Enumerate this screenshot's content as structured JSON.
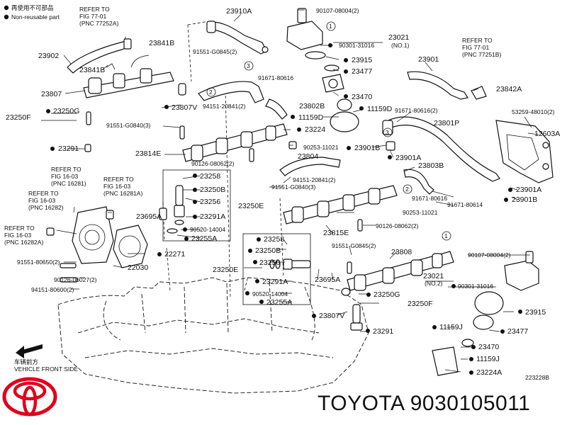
{
  "legend": {
    "item_new": "再使用不可部品",
    "item_non_reusable": "Non-reusable part"
  },
  "front_note": {
    "cn": "车辆前方",
    "en": "VEHICLE FRONT SIDE"
  },
  "figure_id": "223228B",
  "brand": {
    "text": "TOYOTA 9030105011",
    "logo_color": "#e0001b"
  },
  "refs": [
    {
      "key": "r1",
      "lines": [
        "REFER TO",
        "FIG 77-01",
        "(PNC 77252A)"
      ]
    },
    {
      "key": "r2",
      "lines": [
        "REFER TO",
        "FIG 77-01",
        "(PNC 77251B)"
      ]
    },
    {
      "key": "r3",
      "lines": [
        "REFER TO",
        "FIG 16-03",
        "(PNC 16281)"
      ]
    },
    {
      "key": "r4",
      "lines": [
        "REFER TO",
        "FIG 16-03",
        "(PNC 16281A)"
      ]
    },
    {
      "key": "r5",
      "lines": [
        "REFER TO",
        "FIG 16-03",
        "(PNC 16282)"
      ]
    },
    {
      "key": "r6",
      "lines": [
        "REFER TO",
        "FIG 16-03",
        "(PNC 16282A)"
      ]
    }
  ],
  "labels": [
    {
      "key": "l1",
      "text": "23910A"
    },
    {
      "key": "l2",
      "text": "90107-08004(2)"
    },
    {
      "key": "l3",
      "text": "23021"
    },
    {
      "key": "l4",
      "text": "90301-31016"
    },
    {
      "key": "l5",
      "text": "(NO.1)"
    },
    {
      "key": "l6",
      "text": "23915"
    },
    {
      "key": "l7",
      "text": "23477"
    },
    {
      "key": "l8",
      "text": "23470"
    },
    {
      "key": "l9",
      "text": "11159D"
    },
    {
      "key": "l10",
      "text": "11159D"
    },
    {
      "key": "l11",
      "text": "23902"
    },
    {
      "key": "l12",
      "text": "23841B"
    },
    {
      "key": "l13",
      "text": "91551-G0845(2)"
    },
    {
      "key": "l14",
      "text": "23841B"
    },
    {
      "key": "l15",
      "text": "23807"
    },
    {
      "key": "l16",
      "text": "91671-80616"
    },
    {
      "key": "l17",
      "text": "23802B"
    },
    {
      "key": "l18",
      "text": "94151-20841(2)"
    },
    {
      "key": "l19",
      "text": "23807V"
    },
    {
      "key": "l20",
      "text": "23250F"
    },
    {
      "key": "l21",
      "text": "23250G"
    },
    {
      "key": "l22",
      "text": "91551-G0840(3)"
    },
    {
      "key": "l23",
      "text": "23291"
    },
    {
      "key": "l24",
      "text": "23814E"
    },
    {
      "key": "l25",
      "text": "23224"
    },
    {
      "key": "l26",
      "text": "90253-11021"
    },
    {
      "key": "l27",
      "text": "23804"
    },
    {
      "key": "l28",
      "text": "90126-08062(2)"
    },
    {
      "key": "l29",
      "text": "23901"
    },
    {
      "key": "l30",
      "text": "23842A"
    },
    {
      "key": "l31",
      "text": "91671-80616(2)"
    },
    {
      "key": "l32",
      "text": "53259-48010(2)"
    },
    {
      "key": "l33",
      "text": "23801P"
    },
    {
      "key": "l34",
      "text": "12603A"
    },
    {
      "key": "l35",
      "text": "23901B"
    },
    {
      "key": "l36",
      "text": "23901A"
    },
    {
      "key": "l37",
      "text": "23803B"
    },
    {
      "key": "l38",
      "text": "23258"
    },
    {
      "key": "l39",
      "text": "23250B"
    },
    {
      "key": "l40",
      "text": "23256"
    },
    {
      "key": "l41",
      "text": "23250E"
    },
    {
      "key": "l42",
      "text": "23695A"
    },
    {
      "key": "l43",
      "text": "23291A"
    },
    {
      "key": "l44",
      "text": "90520-14004"
    },
    {
      "key": "l45",
      "text": "23255A"
    },
    {
      "key": "l46",
      "text": "94151-20841(2)"
    },
    {
      "key": "l47",
      "text": "91551-G0840(3)"
    },
    {
      "key": "l48",
      "text": "91671-80616"
    },
    {
      "key": "l49",
      "text": "23901A"
    },
    {
      "key": "l50",
      "text": "91671-80614"
    },
    {
      "key": "l51",
      "text": "23901B"
    },
    {
      "key": "l52",
      "text": "90253-11021"
    },
    {
      "key": "l53",
      "text": "23815E"
    },
    {
      "key": "l54",
      "text": "90126-08062(2)"
    },
    {
      "key": "l55",
      "text": "22271"
    },
    {
      "key": "l56",
      "text": "91551-80650(2)"
    },
    {
      "key": "l57",
      "text": "22030"
    },
    {
      "key": "l58",
      "text": "90126-06027(2)"
    },
    {
      "key": "l59",
      "text": "94151-80600(2)"
    },
    {
      "key": "l60",
      "text": "23258"
    },
    {
      "key": "l61",
      "text": "23250B"
    },
    {
      "key": "l62",
      "text": "23256"
    },
    {
      "key": "l63",
      "text": "23250E"
    },
    {
      "key": "l64",
      "text": "23291A"
    },
    {
      "key": "l65",
      "text": "90520-14004"
    },
    {
      "key": "l66",
      "text": "23255A"
    },
    {
      "key": "l67",
      "text": "23695A"
    },
    {
      "key": "l68",
      "text": "91551-G0845(2)"
    },
    {
      "key": "l69",
      "text": "23808"
    },
    {
      "key": "l70",
      "text": "90107-08004(2)"
    },
    {
      "key": "l71",
      "text": "23021"
    },
    {
      "key": "l72",
      "text": "(NO.2)"
    },
    {
      "key": "l73",
      "text": "90301-31016"
    },
    {
      "key": "l74",
      "text": "23250G"
    },
    {
      "key": "l75",
      "text": "23250F"
    },
    {
      "key": "l76",
      "text": "23915"
    },
    {
      "key": "l77",
      "text": "23807V"
    },
    {
      "key": "l78",
      "text": "23291"
    },
    {
      "key": "l79",
      "text": "11159J"
    },
    {
      "key": "l80",
      "text": "23477"
    },
    {
      "key": "l81",
      "text": "23470"
    },
    {
      "key": "l82",
      "text": "11159J"
    },
    {
      "key": "l83",
      "text": "23224A"
    }
  ],
  "callouts": [
    "1",
    "2",
    "3",
    "1",
    "2",
    "3"
  ]
}
